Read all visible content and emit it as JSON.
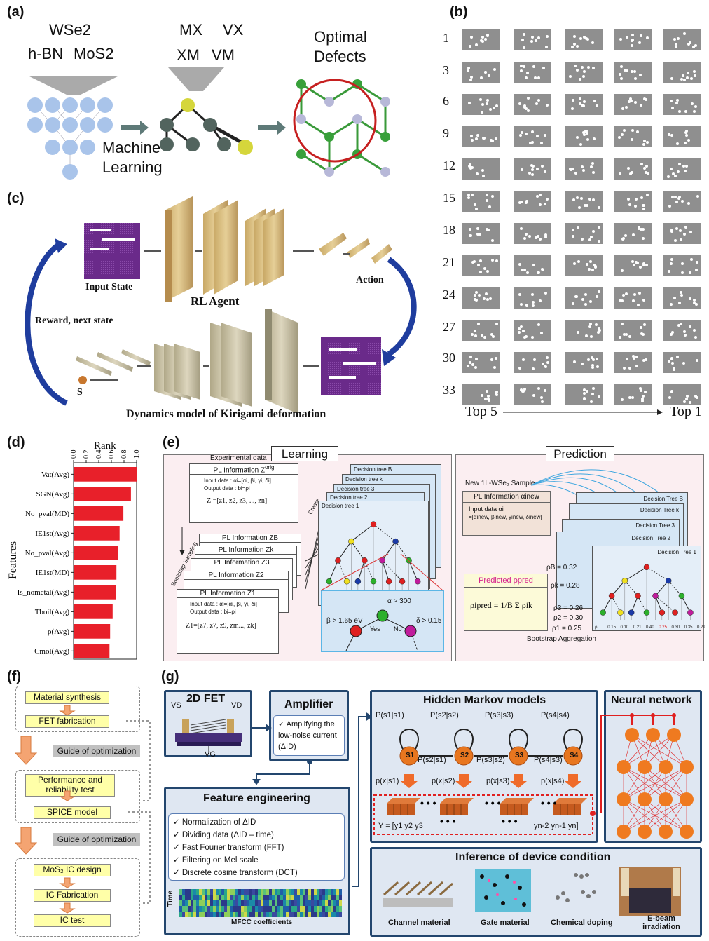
{
  "a": {
    "label": "(a)",
    "inputs": [
      "WSe2",
      "h-BN",
      "MoS2"
    ],
    "defects": [
      "MX",
      "VX",
      "XM",
      "VM"
    ],
    "ml_text": [
      "Machine",
      "Learning"
    ],
    "optimal": [
      "Optimal",
      "Defects"
    ]
  },
  "b": {
    "label": "(b)",
    "rows": [
      "1",
      "3",
      "6",
      "9",
      "12",
      "15",
      "18",
      "21",
      "24",
      "27",
      "30",
      "33"
    ],
    "top5": "Top 5",
    "top1": "Top 1"
  },
  "c": {
    "label": "(c)",
    "input_state": "Input State",
    "rl_agent": "RL Agent",
    "action": "Action",
    "reward": "Reward, next state",
    "s": "S",
    "dynamics": "Dynamics model of Kirigami deformation"
  },
  "d": {
    "label": "(d)",
    "rank": "Rank",
    "features_label": "Features",
    "ticks": [
      "0.0",
      "0.2",
      "0.4",
      "0.6",
      "0.8",
      "1.0"
    ],
    "features": [
      "Vat(Avg)",
      "SGN(Avg)",
      "No_pval(MD)",
      "IE1st(Avg)",
      "No_pval(Avg)",
      "IE1st(MD)",
      "Is_nometal(Avg)",
      "Tboil(Avg)",
      "ρ(Avg)",
      "Cmol(Avg)"
    ],
    "values": [
      1.0,
      0.91,
      0.79,
      0.73,
      0.71,
      0.68,
      0.67,
      0.62,
      0.58,
      0.57
    ],
    "bar_color": "#e8202a"
  },
  "e": {
    "label": "(e)",
    "learning": "Learning",
    "prediction": "Prediction",
    "experimental": "Experimental data",
    "pl_orig": "PL Information Z",
    "orig": "orig",
    "input_data": "Input data : αi=[αi, βi, γi, δi]",
    "output_data": "Output data : bi=ρi",
    "zorig_eq": "Z   =[z1, z2, z3, ..., zn]",
    "bootstrap": "Bootstrap Sampling",
    "pl_stack": [
      "PL Information ZB",
      "PL Information Zk",
      "PL Information Z3",
      "PL Information Z2",
      "PL Information Z1"
    ],
    "z1_eq": "Z1=[z7, z7, z9, zm..., zk]",
    "create": "Create",
    "trees": [
      "Decision tree B",
      "Decision tree k",
      "Decision tree 3",
      "Decision tree 2",
      "Decision tree 1"
    ],
    "axis_ticks": [
      "ρ",
      "0.15",
      "0.10",
      "0.21",
      "0.40",
      "0.25",
      "0.30",
      "0.35",
      "0.29"
    ],
    "node_alpha": "α > 300",
    "node_beta": "β > 1.65 eV",
    "node_delta": "δ > 0.15",
    "yes": "Yes",
    "no": "No",
    "new_sample": "New 1L-WSe₂ Sample",
    "pl_new": "PL Information αinew",
    "input_new": "Input data αi",
    "input_new2": "=[αinew, βinew, γinew, δinew]",
    "pred_trees": [
      "Decision Tree B",
      "Decision Tree k",
      "Decision Tree 3",
      "Decision Tree 2",
      "Decision Tree 1"
    ],
    "rhos": [
      "ρB = 0.32",
      "ρk = 0.28",
      "ρ3 = 0.26",
      "ρ2 = 0.30",
      "ρ1 = 0.25"
    ],
    "predicted": "Predicted ρpred",
    "pred_eq": "ρipred = 1/B Σ ρik",
    "aggregation": "Bootstrap Aggregation",
    "pred_ticks": [
      "ρ",
      "0.15",
      "0.10",
      "0.21",
      "0.40",
      "0.25",
      "0.30",
      "0.35",
      "0.29"
    ]
  },
  "f": {
    "label": "(f)",
    "steps": [
      "Material synthesis",
      "FET fabrication",
      "Performance and reliability test",
      "SPICE model",
      "MoS₂ IC design",
      "IC Fabrication",
      "IC test"
    ],
    "guide": "Guide of optimization"
  },
  "g": {
    "label": "(g)",
    "fet": "2D FET",
    "vs": "VS",
    "vd": "VD",
    "vg": "VG",
    "amplifier": "Amplifier",
    "amp_text": "✓ Amplifying the low-noise current (ΔID)",
    "feature_eng": "Feature engineering",
    "fe_items": [
      "✓ Normalization of ΔID",
      "✓ Dividing data (ΔID – time)",
      "✓ Fast Fourier transform (FFT)",
      "✓ Filtering on Mel scale",
      "✓ Discrete cosine transform (DCT)"
    ],
    "time": "Time",
    "mfcc": "MFCC coefficients",
    "hmm": "Hidden Markov models",
    "states": [
      "S1",
      "S2",
      "S3",
      "S4"
    ],
    "self_trans": [
      "P(s1|s1)",
      "P(s2|s2)",
      "P(s3|s3)",
      "P(s4|s4)"
    ],
    "trans": [
      "P(s2|s1)",
      "P(s3|s2)",
      "P(s4|s3)"
    ],
    "emit": [
      "p(x|s1)",
      "p(x|s2)",
      "p(x|s3)",
      "p(x|s4)"
    ],
    "y_eq": "Y = [y1 y2 y3",
    "y_end": "yn-2 yn-1 yn]",
    "nn": "Neural network",
    "inference": "Inference of device condition",
    "conditions": [
      "Channel material",
      "Gate material",
      "Chemical doping",
      "E-beam irradiation"
    ]
  }
}
